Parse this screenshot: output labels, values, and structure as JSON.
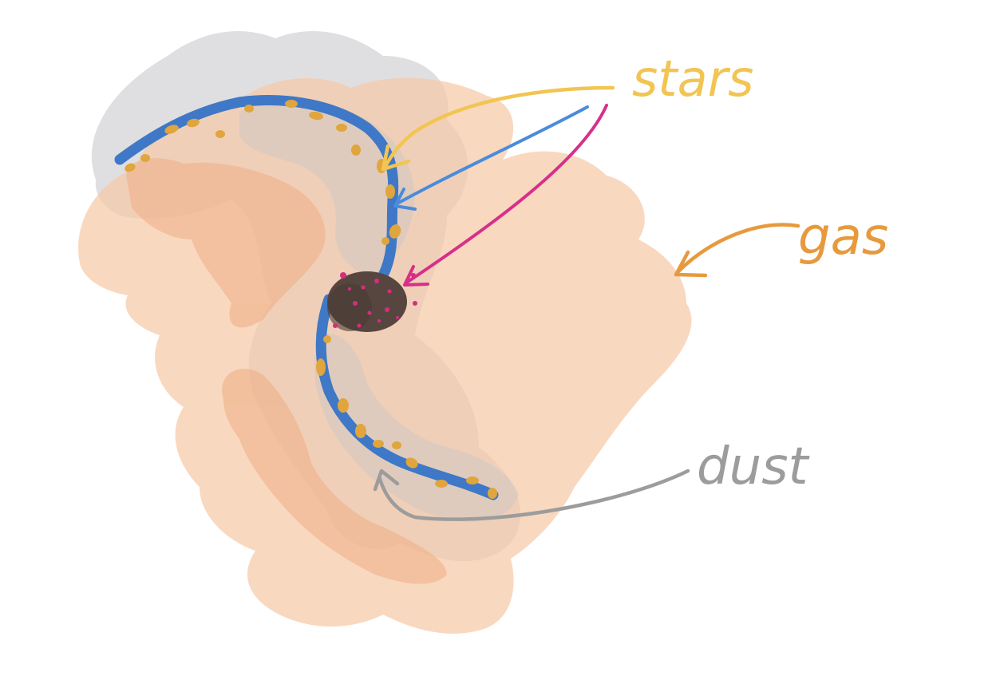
{
  "labels": {
    "stars": "stars",
    "gas": "gas",
    "dust": "dust"
  },
  "colors": {
    "background": "#ffffff",
    "gas": "#f6c9a8",
    "gas_dense": "#efae84",
    "dust": "#d3d3d5",
    "arm": "#3f78c6",
    "stars": "#e0a53c",
    "core": "#574640",
    "core_spots": "#d42f7c",
    "stars_label": "#f2c552",
    "arm_arrow": "#4a8bdc",
    "magenta_arrow": "#d6308a",
    "gas_label": "#e79a3d",
    "dust_label": "#9c9c9c"
  }
}
